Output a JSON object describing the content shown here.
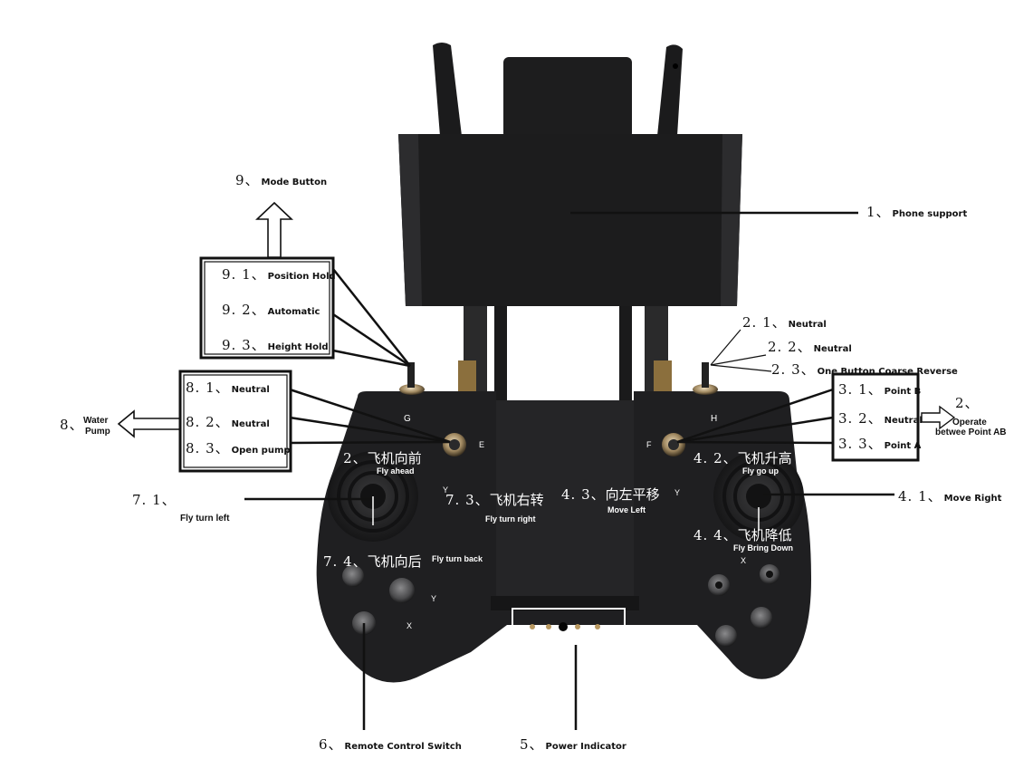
{
  "labels": {
    "mode_button": {
      "num": "9、",
      "text": "Mode  Button"
    },
    "phone_support": {
      "num": "1、",
      "text": "Phone support"
    },
    "pos_hold": {
      "num": "9. 1、",
      "text": "Position Hold"
    },
    "automatic": {
      "num": "9. 2、",
      "text": "Automatic"
    },
    "height_hold": {
      "num": "9. 3、",
      "text": "Height Hold"
    },
    "neutral_21": {
      "num": "2. 1、",
      "text": "Neutral"
    },
    "neutral_22": {
      "num": "2. 2、",
      "text": "Neutral"
    },
    "coarse_23": {
      "num": "2. 3、",
      "text": "One Button Coarse Reverse"
    },
    "neutral_81": {
      "num": "8. 1、",
      "text": "Neutral"
    },
    "neutral_82": {
      "num": "8. 2、",
      "text": "Neutral"
    },
    "open_pump_83": {
      "num": "8. 3、",
      "text": "Open pump"
    },
    "water_pump_num": "8、",
    "water_pump_l1": "Water",
    "water_pump_l2": "Pump",
    "point_b_31": {
      "num": "3. 1、",
      "text": "Point B"
    },
    "neutral_32": {
      "num": "3. 2、",
      "text": "Neutral"
    },
    "point_a_33": {
      "num": "3. 3、",
      "text": "Point A"
    },
    "ab_num": "2、",
    "ab_l1": "Operate",
    "ab_l2": "betwee Point AB",
    "s72": {
      "num": "7. 2、",
      "cn": "飞机向前",
      "en": "Fly ahead"
    },
    "s42": {
      "num": "4. 2、",
      "cn": "飞机升高",
      "en": "Fly go up"
    },
    "s71_num": "7. 1、",
    "s71_en": "Fly turn left",
    "s73": {
      "num": "7. 3、",
      "cn": "飞机右转",
      "en": "Fly turn right"
    },
    "s43": {
      "num": "4. 3、",
      "cn": "向左平移",
      "en": "Move Left"
    },
    "s41": {
      "num": "4. 1、",
      "text": "Move Right"
    },
    "s74": {
      "num": "7. 4、",
      "cn": "飞机向后",
      "en": "Fly turn back"
    },
    "s44": {
      "num": "4. 4、",
      "cn": "飞机降低",
      "en": "Fly Bring Down"
    },
    "remote_switch": {
      "num": "6、",
      "text": "Remote  Control Switch"
    },
    "power_indicator": {
      "num": "5、",
      "text": "Power Indicator"
    }
  },
  "device_marks": {
    "g": "G",
    "h": "H",
    "e": "E",
    "f": "F",
    "y1": "Y",
    "y2": "Y",
    "x1": "X",
    "x2": "X",
    "y3": "Y"
  },
  "colors": {
    "body": "#1e1e20",
    "body_edge": "#0d0d0e",
    "panel": "#2a2a2c",
    "ink": "#111111",
    "metal": "#b8a070"
  }
}
